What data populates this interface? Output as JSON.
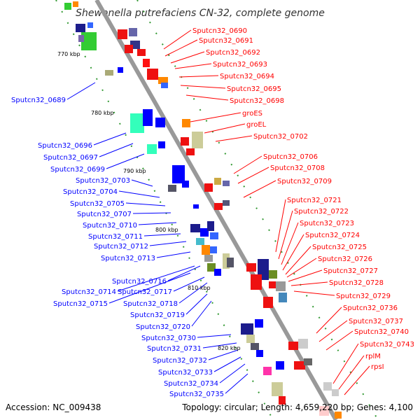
{
  "title": "Shewanella putrefaciens CN-32, complete genome",
  "footer": {
    "accession": "Accession: NC_009438",
    "summary": "Topology: circular; Length: 4,659,220 bp; Genes: 4,100"
  },
  "colors": {
    "plus_strand_label": "#ff0000",
    "minus_strand_label": "#0000ff",
    "backbone": "#999999",
    "tick": "#339933"
  },
  "scale_labels": [
    "770 kbp",
    "780 kbp",
    "790 kbp",
    "800 kbp",
    "810 kbp",
    "820 kbp"
  ],
  "left_labels": [
    "Sputcn32_0689",
    "Sputcn32_0696",
    "Sputcn32_0697",
    "Sputcn32_0699",
    "Sputcn32_0703",
    "Sputcn32_0704",
    "Sputcn32_0705",
    "Sputcn32_0707",
    "Sputcn32_0710",
    "Sputcn32_0711",
    "Sputcn32_0712",
    "Sputcn32_0713",
    "Sputcn32_0716",
    "Sputcn32_0714",
    "Sputcn32_0717",
    "Sputcn32_0715",
    "Sputcn32_0718",
    "Sputcn32_0719",
    "Sputcn32_0720",
    "Sputcn32_0730",
    "Sputcn32_0731",
    "Sputcn32_0732",
    "Sputcn32_0733",
    "Sputcn32_0734",
    "Sputcn32_0735"
  ],
  "right_labels": [
    "Sputcn32_0690",
    "Sputcn32_0691",
    "Sputcn32_0692",
    "Sputcn32_0693",
    "Sputcn32_0694",
    "Sputcn32_0695",
    "Sputcn32_0698",
    "groES",
    "groEL",
    "Sputcn32_0702",
    "Sputcn32_0706",
    "Sputcn32_0708",
    "Sputcn32_0709",
    "Sputcn32_0721",
    "Sputcn32_0722",
    "Sputcn32_0723",
    "Sputcn32_0724",
    "Sputcn32_0725",
    "Sputcn32_0726",
    "Sputcn32_0727",
    "Sputcn32_0728",
    "Sputcn32_0729",
    "Sputcn32_0736",
    "Sputcn32_0737",
    "Sputcn32_0740",
    "Sputcn32_0743",
    "rplM",
    "rpsI"
  ]
}
